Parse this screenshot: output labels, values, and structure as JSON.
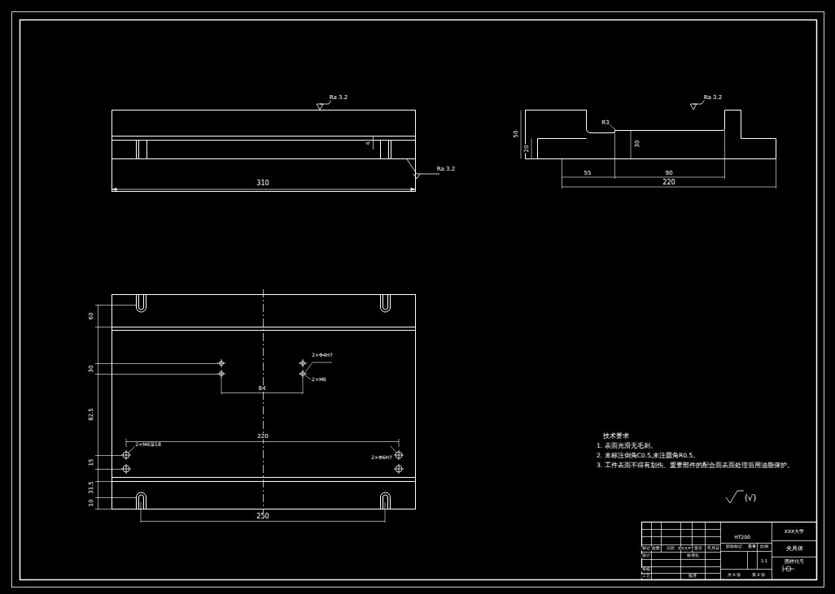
{
  "diagram": {
    "labels": [
      "Ra 3.2",
      "6",
      "Ra 3.2",
      "310",
      "Ra 3.2",
      "50",
      "20",
      "R3",
      "30",
      "55",
      "90",
      "220",
      "60",
      "30",
      "82.5",
      "15",
      "31.5",
      "10",
      "2×Φ4H7",
      "2×M6",
      "84",
      "220",
      "2×M6深18",
      "2×Φ6H7",
      "250",
      "技术要求",
      "1. 表面光滑无毛刺。",
      "2. 未标注倒角C0.5,未注圆角R0.5。",
      "3. 工件表面不得有划伤、重要部件的配合面表面处理后用油脂保护。",
      "(√)",
      "HT200",
      "XXX大学",
      "夹具体",
      "图样代号",
      "1:1",
      "共 X 张",
      "第 X 张",
      "标记",
      "处数",
      "分区",
      "更改文件号",
      "签名",
      "年月日",
      "设计",
      "标准化",
      "审核",
      "工艺",
      "批准",
      "阶段标记",
      "重量",
      "比例"
    ]
  }
}
